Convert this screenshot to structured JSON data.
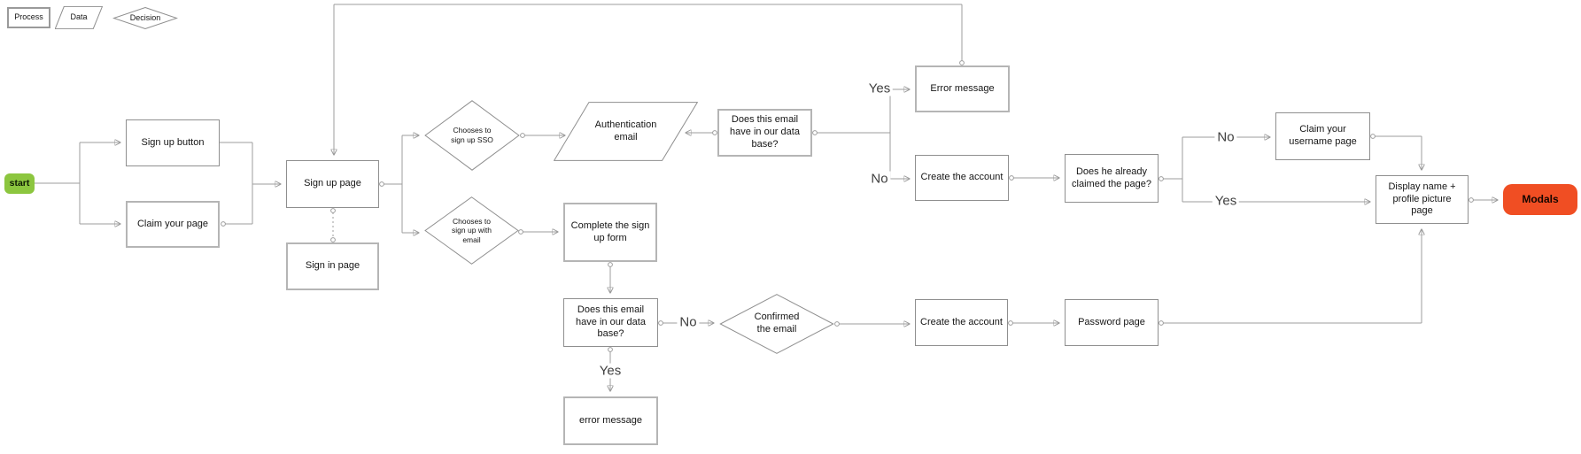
{
  "diagram": {
    "legend": {
      "process": "Process",
      "data": "Data",
      "decision": "Decision"
    },
    "nodes": {
      "start": {
        "label": "start"
      },
      "sign_up_button": {
        "label": "Sign up button"
      },
      "claim_your_page": {
        "label": "Claim your page"
      },
      "sign_up_page": {
        "label": "Sign up page"
      },
      "sign_in_page": {
        "label": "Sign in page"
      },
      "chooses_sso": {
        "label": "Chooses to\nsign up SSO"
      },
      "chooses_email": {
        "label": "Chooses to\nsign up with\nemail"
      },
      "auth_email": {
        "label": "Authentication\nemail"
      },
      "complete_form": {
        "label": "Complete the sign\nup form"
      },
      "email_in_db_top": {
        "label": "Does this email\nhave in our data\nbase?"
      },
      "error_message_top": {
        "label": "Error message"
      },
      "create_account_top": {
        "label": "Create the account"
      },
      "already_claimed": {
        "label": "Does he already\nclaimed the page?"
      },
      "claim_username": {
        "label": "Claim your\nusername page"
      },
      "display_name": {
        "label": "Display name +\nprofile picture\npage"
      },
      "modals": {
        "label": "Modals"
      },
      "email_in_db_bottom": {
        "label": "Does this email\nhave in our data\nbase?"
      },
      "confirmed_email": {
        "label": "Confirmed\nthe email"
      },
      "create_account_bottom": {
        "label": "Create the account"
      },
      "password_page": {
        "label": "Password page"
      },
      "error_message_bottom": {
        "label": "error message"
      }
    },
    "edge_labels": {
      "yes_top": "Yes",
      "no_top": "No",
      "no_claimed": "No",
      "yes_claimed": "Yes",
      "no_confirm": "No",
      "yes_error": "Yes"
    },
    "colors": {
      "start_fill": "#8cc63f",
      "modals_fill": "#f04e23",
      "line": "#9c9c9c",
      "box_border": "#8f8f8f"
    }
  }
}
